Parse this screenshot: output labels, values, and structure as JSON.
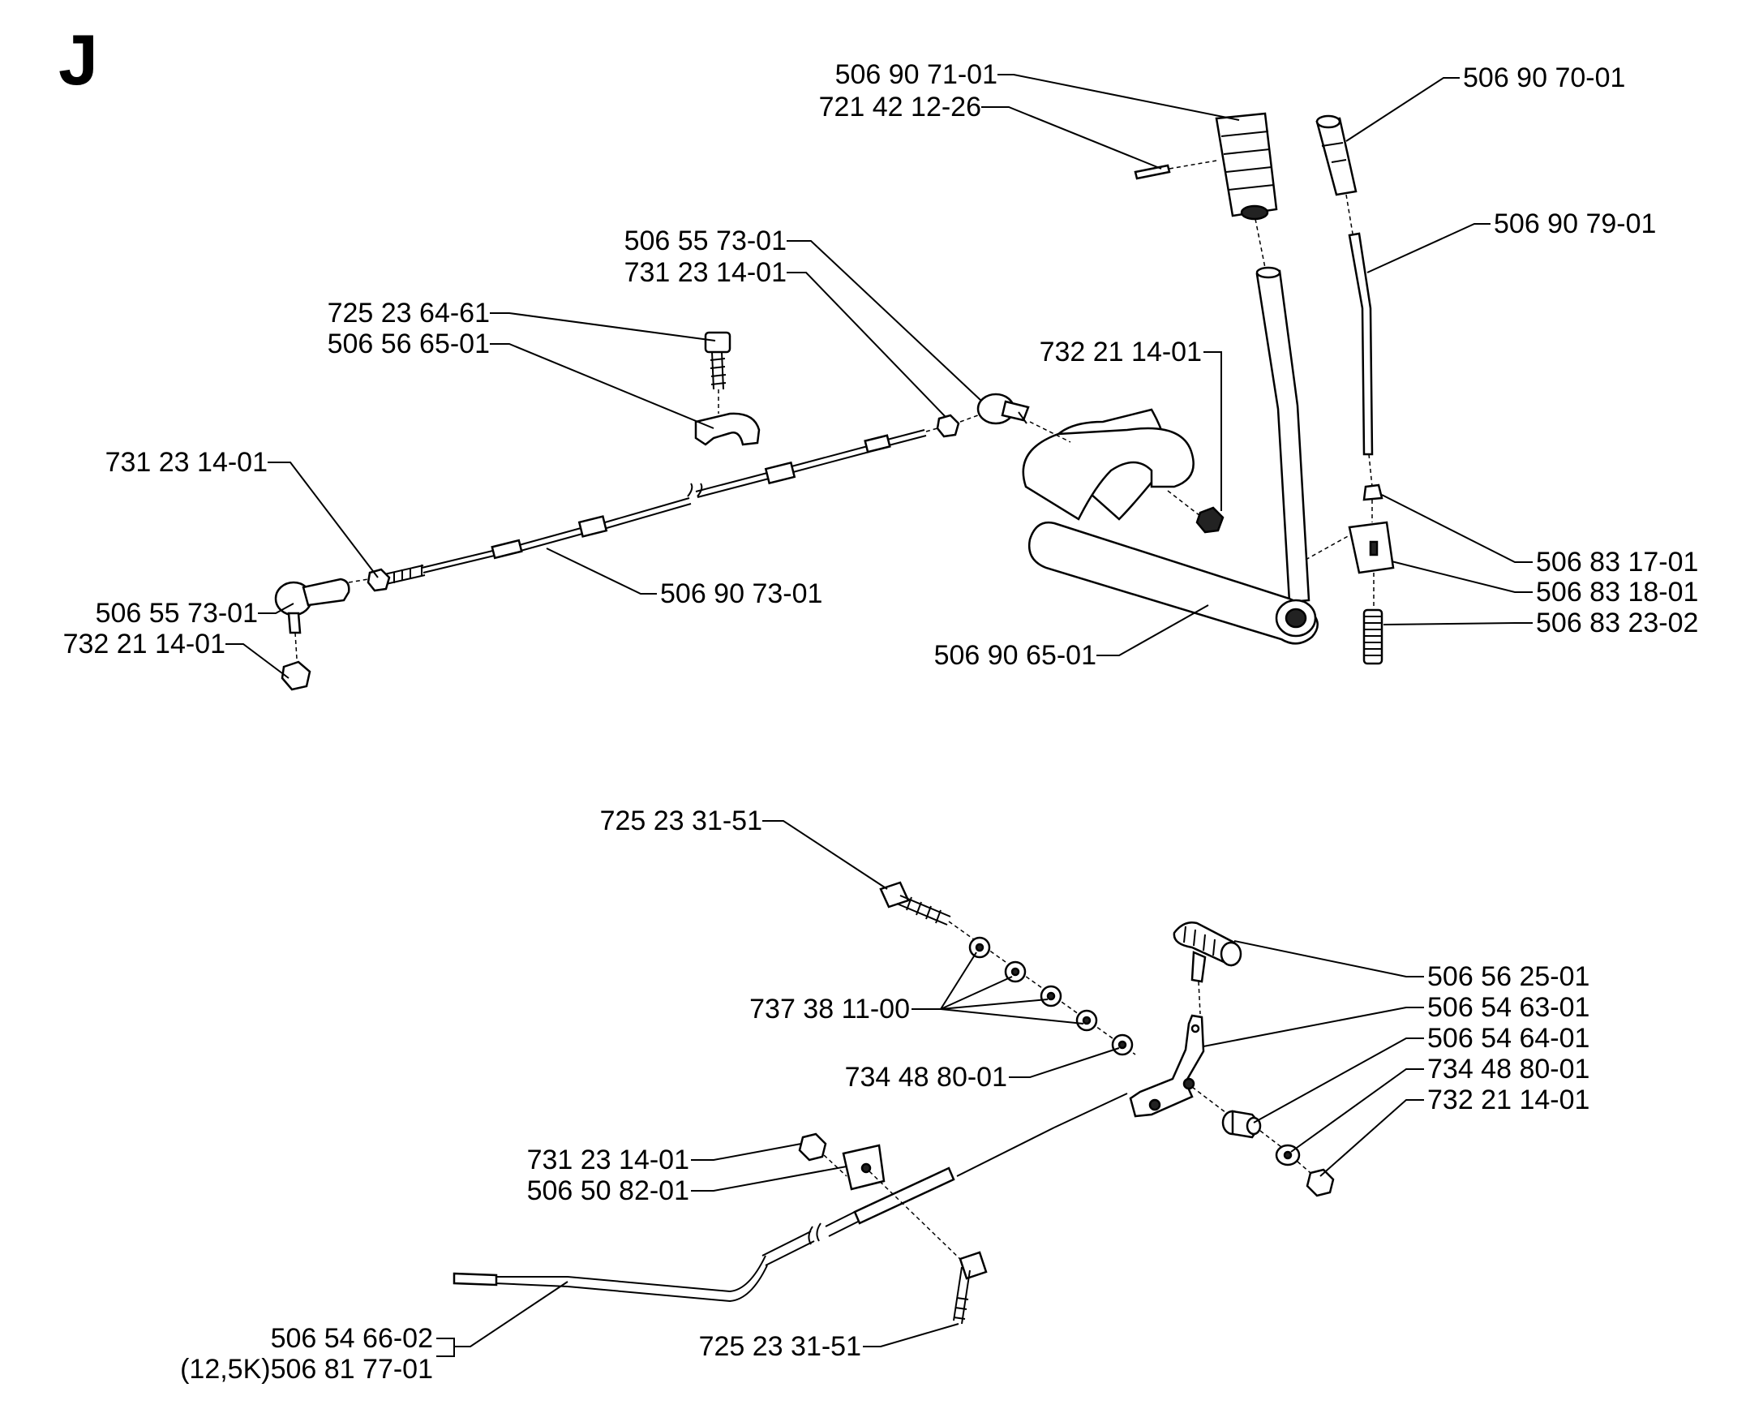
{
  "section_letter": "J",
  "labels": {
    "l01": "506 90 71-01",
    "l02": "721 42 12-26",
    "l03": "506 90 70-01",
    "l04": "506 90 79-01",
    "l05": "506 55 73-01",
    "l06": "731 23 14-01",
    "l07": "725 23 64-61",
    "l08": "506 56 65-01",
    "l09": "732 21 14-01",
    "l10": "731 23 14-01",
    "l11": "506 55 73-01",
    "l12": "732 21 14-01",
    "l13": "506 90 73-01",
    "l14": "506 90 65-01",
    "l15": "506 83 17-01",
    "l16": "506 83 18-01",
    "l17": "506 83 23-02",
    "l18": "725 23 31-51",
    "l19": "506 56 25-01",
    "l20": "506 54 63-01",
    "l21": "506 54 64-01",
    "l22": "734 48 80-01",
    "l23": "732 21 14-01",
    "l24": "737 38 11-00",
    "l25": "734 48 80-01",
    "l26": "731 23 14-01",
    "l27": "506 50 82-01",
    "l28": "506 54 66-02",
    "l29": "(12,5K)506 81 77-01",
    "l30": "725 23 31-51"
  }
}
